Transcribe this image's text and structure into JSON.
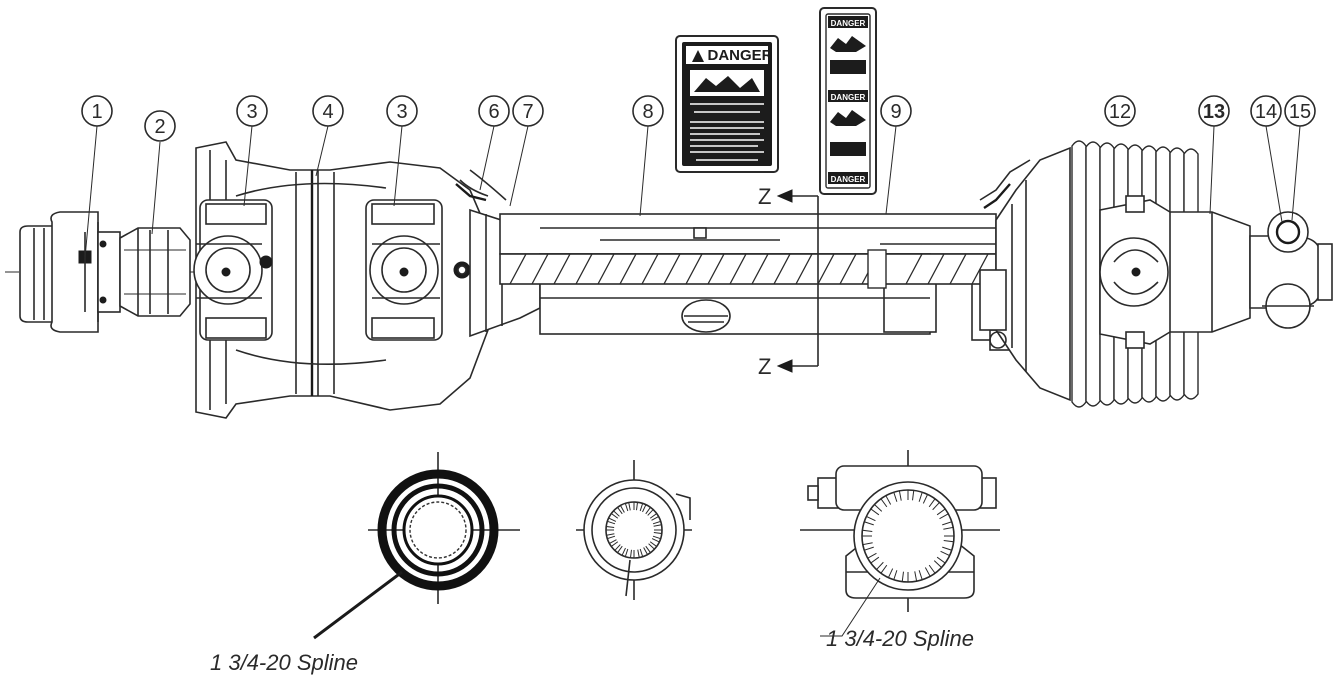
{
  "callouts": [
    {
      "id": "1",
      "label": "1"
    },
    {
      "id": "2",
      "label": "2"
    },
    {
      "id": "3a",
      "label": "3"
    },
    {
      "id": "4",
      "label": "4"
    },
    {
      "id": "3b",
      "label": "3"
    },
    {
      "id": "6",
      "label": "6"
    },
    {
      "id": "7",
      "label": "7"
    },
    {
      "id": "8",
      "label": "8"
    },
    {
      "id": "9",
      "label": "9"
    },
    {
      "id": "12",
      "label": "12"
    },
    {
      "id": "13",
      "label": "13"
    },
    {
      "id": "14",
      "label": "14"
    },
    {
      "id": "15",
      "label": "15"
    }
  ],
  "section": {
    "top_label": "Z",
    "bottom_label": "Z"
  },
  "decals": {
    "large_header": "DANGER",
    "strip_top_header": "DANGER",
    "strip_mid_header": "DANGER",
    "strip_bottom_header": "DANGER"
  },
  "spline_labels": {
    "left": "1 3/4-20 Spline",
    "right": "1 3/4-20 Spline"
  }
}
